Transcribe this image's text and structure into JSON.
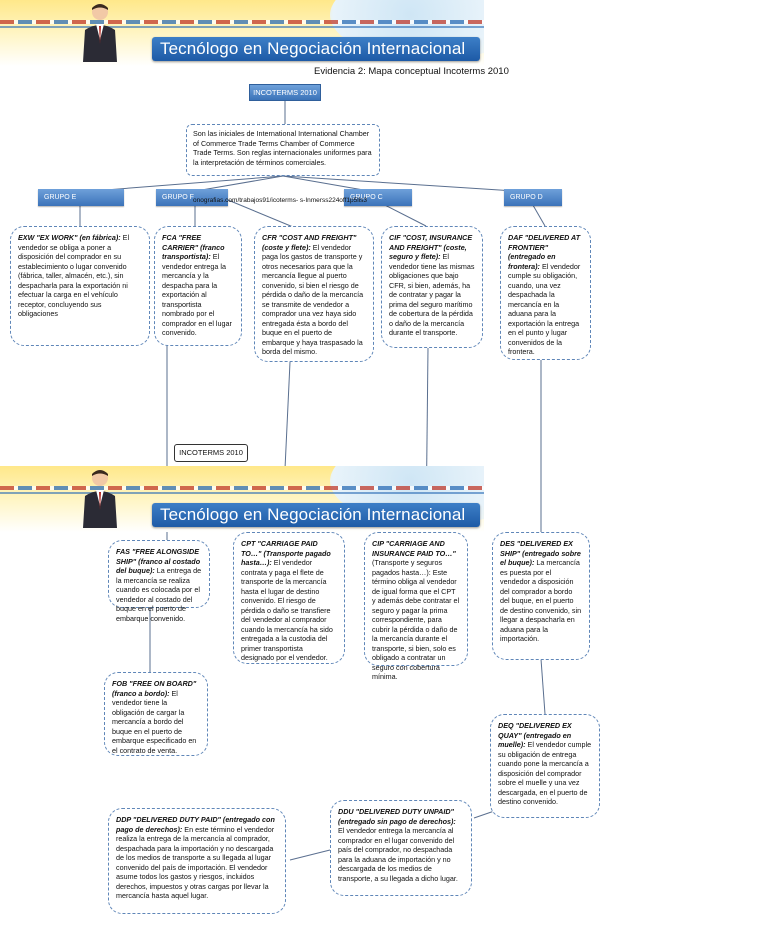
{
  "header": {
    "title": "Tecnólogo en Negociación Internacional",
    "subtitle": "Evidencia 2: Mapa conceptual Incoterms 2010"
  },
  "root": {
    "label": "INCOTERMS 2010",
    "description": "Son las iniciales de International International Chamber of Commerce Trade Terms Chamber of Commerce Trade Terms. Son reglas internacionales uniformes para la interpretación de términos comerciales.",
    "source": "onografias.com/trabajos91/icoterms- s-Inmerss224off1p5lls3"
  },
  "groups": [
    "GRUPO E",
    "GRUPO F",
    "GRUPO C",
    "GRUPO D"
  ],
  "mid_label": "INCOTERMS 2010",
  "terms": {
    "exw": {
      "title": "EXW \"EX WORK\" (en fábrica):",
      "body": " El vendedor se obliga a poner a disposición del comprador en su establecimiento o lugar convenido (fábrica, taller, almacén, etc.), sin despacharla para la exportación ni efectuar la carga en el vehículo receptor, concluyendo sus obligaciones"
    },
    "fca": {
      "title": "FCA \"FREE CARRIER\" (franco transportista):",
      "body": " El vendedor entrega la mercancía y la despacha para la exportación al transportista nombrado por el comprador en el lugar convenido."
    },
    "cfr": {
      "title": "CFR \"COST AND FREIGHT\" (coste y flete):",
      "body": " El vendedor paga los gastos de transporte y otros necesarios para que la mercancía llegue al puerto convenido, si bien el riesgo de pérdida o daño de la mercancía se transmite de vendedor a comprador una vez haya sido entregada ésta a bordo del buque en el puerto de embarque y haya traspasado la borda del mismo."
    },
    "cif": {
      "title": "CIF \"COST, INSURANCE AND FREIGHT\" (coste, seguro y flete):",
      "body": " El vendedor tiene las mismas obligaciones que bajo CFR, si bien, además, ha de contratar y pagar la prima del seguro marítimo de cobertura de la pérdida o daño de la mercancía durante el transporte."
    },
    "daf": {
      "title": "DAF \"DELIVERED AT FRONTIER\" (entregado en frontera):",
      "body": " El vendedor cumple su obligación, cuando, una vez despachada la mercancía en la aduana para la exportación la entrega en el punto y lugar convenidos de la frontera."
    },
    "fas": {
      "title": "FAS \"FREE ALONGSIDE SHIP\" (franco al costado del buque):",
      "body": " La entrega de la mercancía se realiza cuando es colocada por el vendedor al costado del buque en el puerto de embarque convenido."
    },
    "cpt": {
      "title": "CPT \"CARRIAGE PAID TO…\" (Transporte pagado hasta…):",
      "body": " El vendedor contrata y paga el flete de transporte de la mercancía hasta el lugar de destino convenido. El riesgo de pérdida o daño se transfiere del vendedor al comprador cuando la mercancía ha sido entregada a la custodia del primer transportista designado por el vendedor."
    },
    "cip": {
      "title": "CIP \"CARRIAGE AND INSURANCE PAID TO…\"",
      "body": " (Transporte y seguros pagados hasta…): Este término obliga al vendedor de igual forma que el CPT y además debe contratar el seguro y pagar la prima correspondiente, para cubrir la pérdida o daño de la mercancía durante el transporte, si bien, solo es obligado a contratar un seguro con cobertura mínima."
    },
    "des": {
      "title": "DES \"DELIVERED EX SHIP\" (entregado sobre el buque):",
      "body": " La mercancía es puesta por el vendedor a disposición del comprador a bordo del buque, en el puerto de destino convenido, sin llegar a despacharla en aduana para la importación."
    },
    "fob": {
      "title": "FOB \"FREE ON BOARD\" (franco a bordo):",
      "body": " El vendedor tiene la obligación de cargar la mercancía a bordo del buque en el puerto de embarque especificado en el contrato de venta."
    },
    "deq": {
      "title": "DEQ \"DELIVERED EX QUAY\" (entregado en muelle):",
      "body": " El vendedor cumple su obligación de entrega cuando pone la mercancía a disposición del comprador sobre el muelle y una vez descargada, en el puerto de destino convenido."
    },
    "ddp": {
      "title": "DDP \"DELIVERED DUTY PAID\" (entregado con pago de derechos):",
      "body": " En este término el vendedor realiza la entrega de la mercancía al comprador, despachada para la importación y no descargada de los medios de transporte a su llegada al lugar convenido del país de importación. El vendedor asume todos los gastos y riesgos, incluidos derechos, impuestos y otras cargas por llevar la mercancía hasta aquel lugar."
    },
    "ddu": {
      "title": "DDU \"DELIVERED DUTY UNPAID\" (entregado sin pago de derechos):",
      "body": " El vendedor entrega la mercancía al comprador en el lugar convenido del país del comprador, no despachada para la aduana de importación y no descargada de los medios de transporte, a su llegada a dicho lugar."
    }
  },
  "colors": {
    "accent": "#3b73b9",
    "border": "#5f86b8",
    "title_bar": "#1d5aa6"
  }
}
